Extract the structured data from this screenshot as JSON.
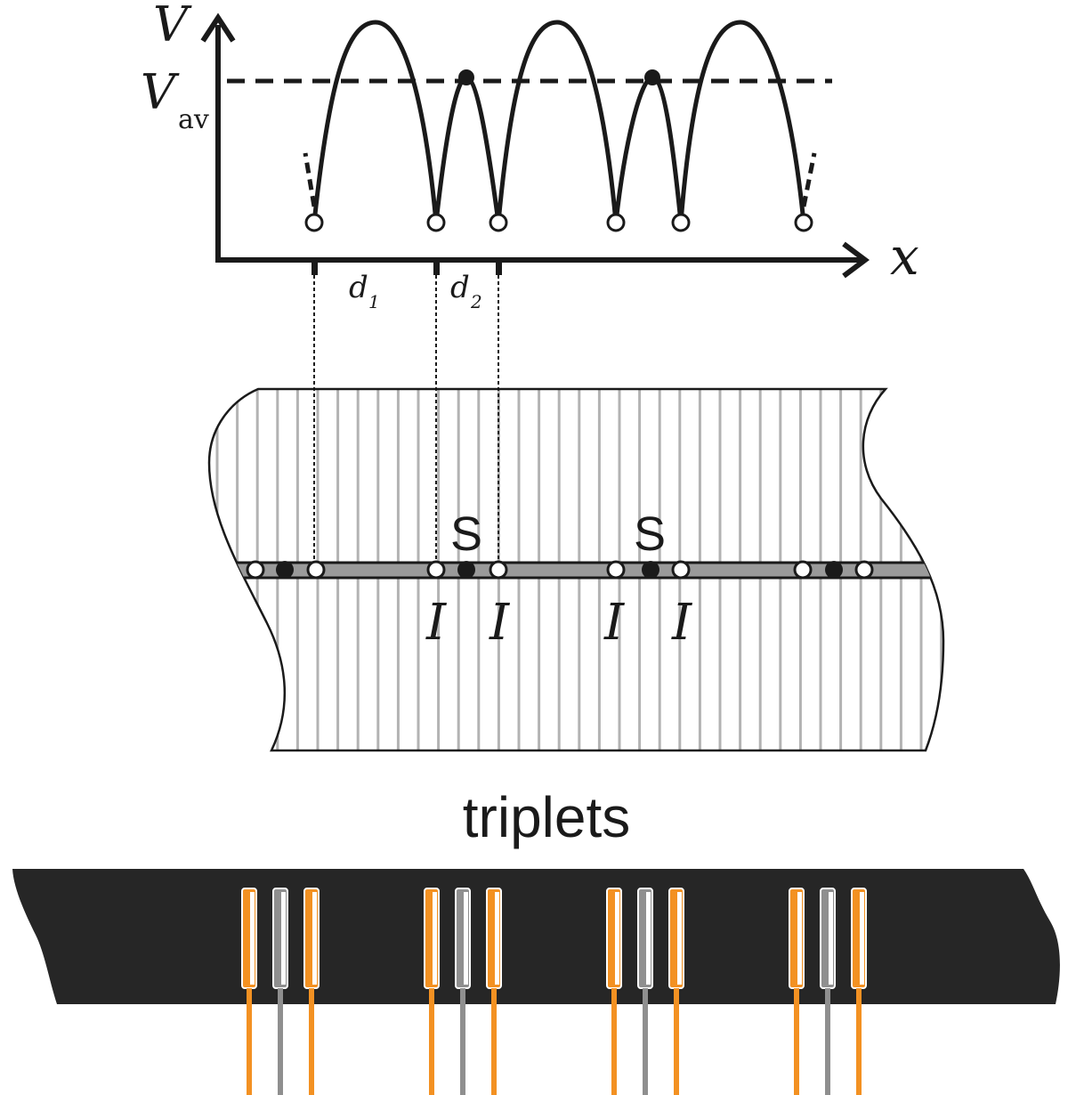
{
  "graph": {
    "y_axis_label": "V",
    "avg_label_main": "V",
    "avg_label_sub": "av",
    "x_axis_label": "x",
    "d1_main": "d",
    "d1_sub": "1",
    "d2_main": "d",
    "d2_sub": "2"
  },
  "strip": {
    "s_labels": [
      "S",
      "S"
    ],
    "i_labels": [
      "I",
      "I",
      "I",
      "I"
    ]
  },
  "triplets": {
    "title": "triplets",
    "groups": 4
  },
  "colors": {
    "line": "#1a1a1a",
    "strip_hatch": "#b3b3b3",
    "strip_band": "#9a9a9a",
    "bar_fill": "#262626",
    "interstitial": "#f39122",
    "substitutional": "#8f8f8f"
  }
}
